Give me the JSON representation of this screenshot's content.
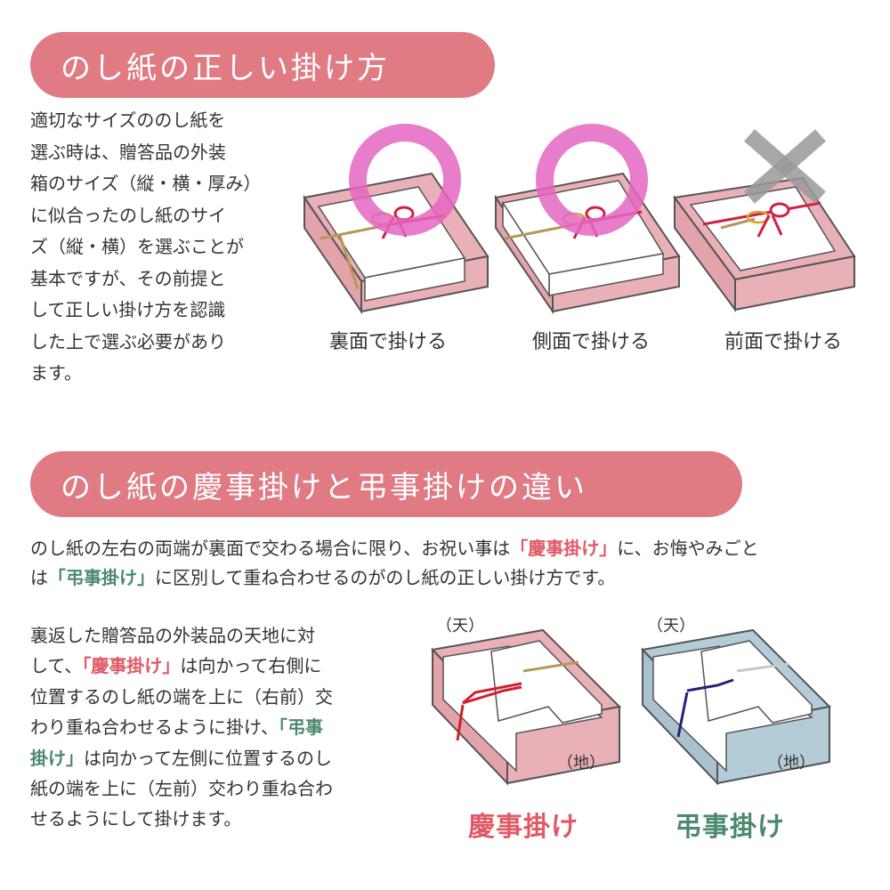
{
  "section1": {
    "title": "のし紙の正しい掛け方",
    "intro_lines": [
      "適切なサイズののし紙を",
      "選ぶ時は、贈答品の外装",
      "箱のサイズ（縦・横・厚み）",
      "に似合ったのし紙のサイ",
      "ズ（縦・横）を選ぶことが",
      "基本ですが、その前提と",
      "して正しい掛け方を認識",
      "した上で選ぶ必要があり",
      "ます。"
    ],
    "boxes": [
      {
        "caption": "裏面で掛ける",
        "mark": "circle-mark"
      },
      {
        "caption": "側面で掛ける",
        "mark": "circle-mark"
      },
      {
        "caption": "前面で掛ける",
        "mark": "cross-mark"
      }
    ]
  },
  "section2": {
    "title": "のし紙の慶事掛けと弔事掛けの違い",
    "explain": {
      "line1_a": "のし紙の左右の両端が裏面で交わる場合に限り、お祝い事は",
      "line1_b": "「慶事掛け」",
      "line1_c": "に、お悔やみごと",
      "line2_a": "は",
      "line2_b": "「弔事掛け」",
      "line2_c": "に区別して重ね合わせるのがのし紙の正しい掛け方です。"
    },
    "detail": {
      "l1": "裏返した贈答品の外装品の天地に対",
      "l2a": "して、",
      "l2b": "「慶事掛け」",
      "l2c": "は向かって右側に",
      "l3": "位置するのし紙の端を上に（右前）交",
      "l4a": "わり重ね合わせるように掛け、",
      "l4b": "「弔事",
      "l5a": "掛け」",
      "l5b": "は向かって左側に位置するのし",
      "l6": "紙の端を上に（左前）交わり重ね合わ",
      "l7": "せるようにして掛けます。"
    },
    "top_label": "（天）",
    "bottom_label": "（地）",
    "keiji_label": "慶事掛け",
    "choji_label": "弔事掛け"
  },
  "colors": {
    "banner": "#e07a83",
    "keiji": "#e05a66",
    "choji": "#4b8a6e",
    "box_pink": "#eab0b7",
    "box_blue": "#b3ccd8",
    "ring": "#e466c2",
    "cross": "#999999"
  }
}
